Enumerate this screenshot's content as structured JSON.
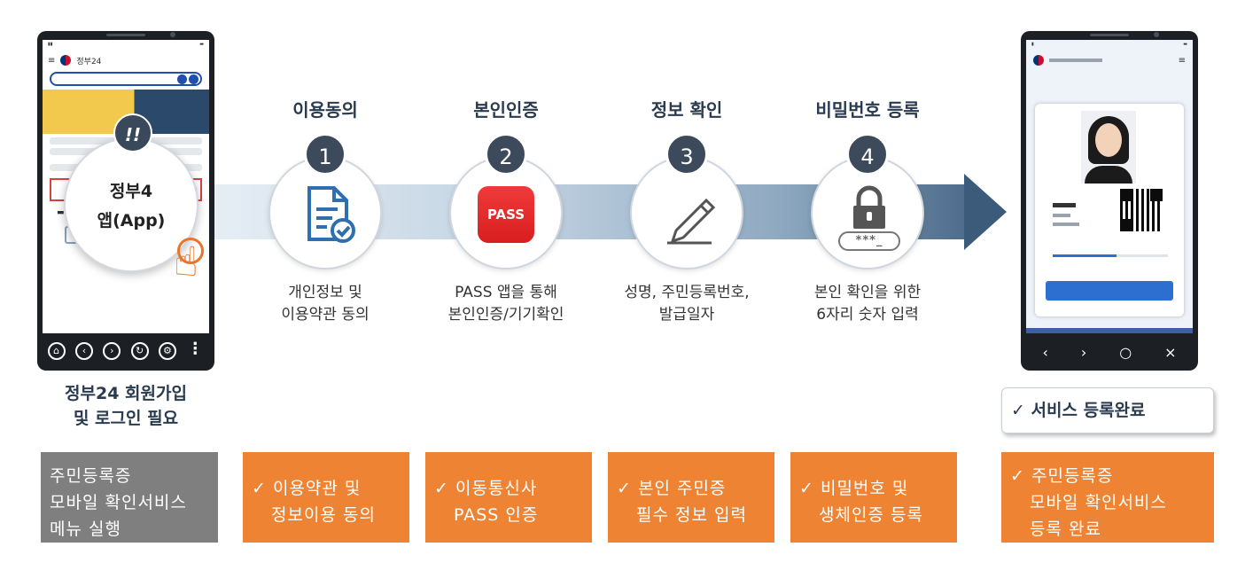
{
  "left_phone": {
    "app_name": "정부24",
    "zoom_line1": "정부4",
    "zoom_line2": "앱(App)",
    "badge": "!!",
    "bottom_label": "정부24 회원가입\n및 로그인 필요"
  },
  "steps": [
    {
      "title": "이용동의",
      "num": "1",
      "desc_l1": "개인정보 및",
      "desc_l2": "이용약관 동의",
      "icon": "document-check-icon"
    },
    {
      "title": "본인인증",
      "num": "2",
      "desc_l1": "PASS 앱을 통해",
      "desc_l2": "본인인증/기기확인",
      "icon": "pass-logo-icon",
      "logo_text": "PASS"
    },
    {
      "title": "정보 확인",
      "num": "3",
      "desc_l1": "성명, 주민등록번호,",
      "desc_l2": "발급일자",
      "icon": "pencil-icon"
    },
    {
      "title": "비밀번호 등록",
      "num": "4",
      "desc_l1": "본인 확인을 위한",
      "desc_l2": "6자리 숫자 입력",
      "icon": "lock-icon",
      "pin_text": "***_"
    }
  ],
  "right_phone": {
    "service_complete": "✓ 서비스 등록완료"
  },
  "bottom_boxes": [
    {
      "l1": "주민등록증",
      "l2": "모바일 확인서비스",
      "l3": "메뉴 실행",
      "color": "#7f7f7f"
    },
    {
      "l1": "✓ 이용약관 및",
      "l2": "정보이용 동의",
      "color": "#ee8433"
    },
    {
      "l1": "✓ 이동통신사",
      "l2": "PASS 인증",
      "color": "#ee8433"
    },
    {
      "l1": "✓ 본인 주민증",
      "l2": "필수 정보 입력",
      "color": "#ee8433"
    },
    {
      "l1": "✓ 비밀번호 및",
      "l2": "생체인증 등록",
      "color": "#ee8433"
    },
    {
      "l1": "✓ 주민등록증",
      "l2": "모바일 확인서비스",
      "l3": "등록 완료",
      "color": "#ee8433"
    }
  ],
  "colors": {
    "accent_orange": "#ee8433",
    "step_title": "#2a3b4f",
    "arrow_dark": "#3c5a7a"
  }
}
